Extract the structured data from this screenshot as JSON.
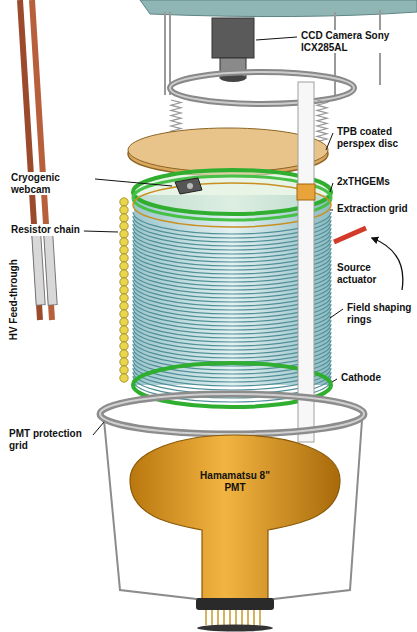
{
  "diagram": {
    "nodes": [
      {
        "text": [
          "Hamamatsu 8\" PMT"
        ]
      }
    ],
    "labels": [
      "CCD Camera Sony ICX285AL",
      "TPB coated perspex disc",
      "Cryogenic webcam",
      "2xTHGEMs",
      "Extraction grid",
      "Resistor chain",
      "Source actuator",
      "Field shaping rings",
      "HV Feed-through",
      "Cathode",
      "PMT protection grid"
    ]
  }
}
